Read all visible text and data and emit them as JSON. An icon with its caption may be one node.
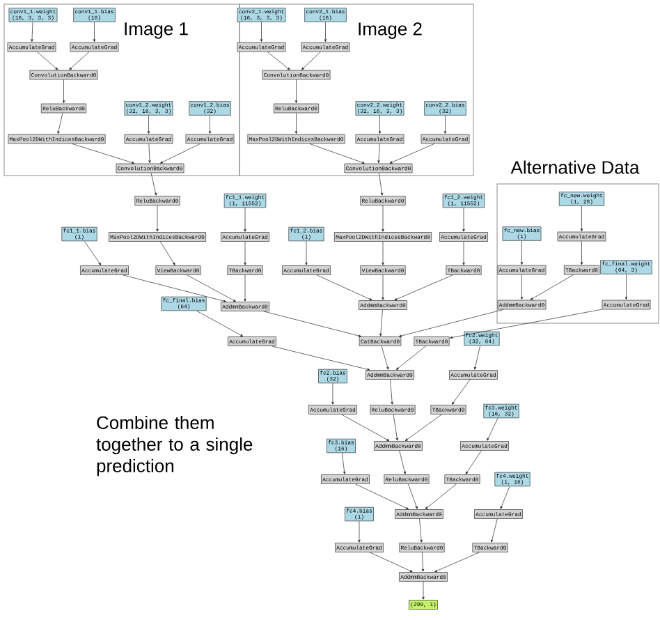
{
  "diagram": {
    "nodes": [
      {
        "text": [
          "Image 1"
        ]
      },
      {
        "text": [
          "conv1_1.weight",
          "(16, 3, 3, 3)"
        ],
        "in": 0
      },
      {
        "text": [
          "conv1_1.bias",
          "(16)"
        ],
        "in": 0
      },
      {
        "text": [
          "AccumulateGrad"
        ],
        "in": 0
      },
      {
        "text": [
          "AccumulateGrad"
        ],
        "in": 0
      },
      {
        "text": [
          "ConvolutionBackward0"
        ],
        "in": 0
      },
      {
        "text": [
          "ReluBackward0"
        ],
        "in": 0
      },
      {
        "text": [
          "conv1_2.weight",
          "(32, 16, 3, 3)"
        ],
        "in": 0
      },
      {
        "text": [
          "conv1_2.bias",
          "(32)"
        ],
        "in": 0
      },
      {
        "text": [
          "MaxPool2DWithIndicesBackward0"
        ],
        "in": 0
      },
      {
        "text": [
          "AccumulateGrad"
        ],
        "in": 0
      },
      {
        "text": [
          "AccumulateGrad"
        ],
        "in": 0
      },
      {
        "text": [
          "ConvolutionBackward0"
        ],
        "in": 0
      },
      {
        "text": [
          "Image 2"
        ]
      },
      {
        "text": [
          "conv2_1.weight",
          "(16, 3, 3, 3)"
        ],
        "in": 13
      },
      {
        "text": [
          "conv2_1.bias",
          "(16)"
        ],
        "in": 13
      },
      {
        "text": [
          "AccumulateGrad"
        ],
        "in": 13
      },
      {
        "text": [
          "AccumulateGrad"
        ],
        "in": 13
      },
      {
        "text": [
          "ConvolutionBackward0"
        ],
        "in": 13
      },
      {
        "text": [
          "ReluBackward0"
        ],
        "in": 13
      },
      {
        "text": [
          "conv2_2.weight",
          "(32, 16, 3, 3)"
        ],
        "in": 13
      },
      {
        "text": [
          "conv2_2.bias",
          "(32)"
        ],
        "in": 13
      },
      {
        "text": [
          "MaxPool2DWithIndicesBackward0"
        ],
        "in": 13
      },
      {
        "text": [
          "AccumulateGrad"
        ],
        "in": 13
      },
      {
        "text": [
          "AccumulateGrad"
        ],
        "in": 13
      },
      {
        "text": [
          "ConvolutionBackward0"
        ],
        "in": 13
      },
      {
        "text": [
          "ReluBackward0"
        ]
      },
      {
        "text": [
          "fc1_1.weight",
          "(1, 11552)"
        ]
      },
      {
        "text": [
          "fc1_1.bias",
          "(1)"
        ]
      },
      {
        "text": [
          "MaxPool2DWithIndicesBackward0"
        ]
      },
      {
        "text": [
          "AccumulateGrad"
        ]
      },
      {
        "text": [
          "AccumulateGrad"
        ]
      },
      {
        "text": [
          "ViewBackward0"
        ]
      },
      {
        "text": [
          "TBackward0"
        ]
      },
      {
        "text": [
          "ReluBackward0"
        ]
      },
      {
        "text": [
          "fc1_2.weight",
          "(1, 11552)"
        ]
      },
      {
        "text": [
          "fc1_2.bias",
          "(1)"
        ]
      },
      {
        "text": [
          "MaxPool2DWithIndicesBackward0"
        ]
      },
      {
        "text": [
          "AccumulateGrad"
        ]
      },
      {
        "text": [
          "AccumulateGrad"
        ]
      },
      {
        "text": [
          "ViewBackward0"
        ]
      },
      {
        "text": [
          "TBackward0"
        ]
      },
      {
        "text": [
          "AddmmBackward0"
        ]
      },
      {
        "text": [
          "AddmmBackward0"
        ]
      },
      {
        "text": [
          "Alternative Data"
        ]
      },
      {
        "text": [
          "fc_new.weight",
          "(1, 28)"
        ],
        "in": 44
      },
      {
        "text": [
          "fc_new.bias",
          "(1)"
        ],
        "in": 44
      },
      {
        "text": [
          "AccumulateGrad"
        ],
        "in": 44
      },
      {
        "text": [
          "AccumulateGrad"
        ],
        "in": 44
      },
      {
        "text": [
          "TBackward0"
        ],
        "in": 44
      },
      {
        "text": [
          "fc_final.weight",
          "(64, 3)"
        ],
        "in": 44
      },
      {
        "text": [
          "AddmmBackward0"
        ],
        "in": 44
      },
      {
        "text": [
          "AccumulateGrad"
        ],
        "in": 44
      },
      {
        "text": [
          "fc_final.bias",
          "(64)"
        ]
      },
      {
        "text": [
          "AccumulateGrad"
        ]
      },
      {
        "text": [
          "CatBackward0"
        ]
      },
      {
        "text": [
          "TBackward0"
        ]
      },
      {
        "text": [
          "fc2.weight",
          "(32, 64)"
        ]
      },
      {
        "text": [
          "AddmmBackward0"
        ]
      },
      {
        "text": [
          "fc2.bias",
          "(32)"
        ]
      },
      {
        "text": [
          "AccumulateGrad"
        ]
      },
      {
        "text": [
          "AccumulateGrad"
        ]
      },
      {
        "text": [
          "ReluBackward0"
        ]
      },
      {
        "text": [
          "TBackward0"
        ]
      },
      {
        "text": [
          "fc3.weight",
          "(16, 32)"
        ]
      },
      {
        "text": [
          "AddmmBackward0"
        ]
      },
      {
        "text": [
          "fc3.bias",
          "(16)"
        ]
      },
      {
        "text": [
          "AccumulateGrad"
        ]
      },
      {
        "text": [
          "AccumulateGrad"
        ]
      },
      {
        "text": [
          "ReluBackward0"
        ]
      },
      {
        "text": [
          "TBackward0"
        ]
      },
      {
        "text": [
          "fc4.weight",
          "(1, 16)"
        ]
      },
      {
        "text": [
          "AddmmBackward0"
        ]
      },
      {
        "text": [
          "fc4.bias",
          "(1)"
        ]
      },
      {
        "text": [
          "AccumulateGrad"
        ]
      },
      {
        "text": [
          "AccumulateGrad"
        ]
      },
      {
        "text": [
          "ReluBackward0"
        ]
      },
      {
        "text": [
          "TBackward0"
        ]
      },
      {
        "text": [
          "AddmmBackward0"
        ]
      },
      {
        "text": [
          "(299, 1)"
        ]
      }
    ],
    "edges": [
      {
        "from": 1,
        "to": 3,
        "arrow": "to"
      },
      {
        "from": 2,
        "to": 4,
        "arrow": "to"
      },
      {
        "from": 3,
        "to": 5,
        "arrow": "to"
      },
      {
        "from": 4,
        "to": 5,
        "arrow": "to"
      },
      {
        "from": 5,
        "to": 6,
        "arrow": "to"
      },
      {
        "from": 6,
        "to": 9,
        "arrow": "to"
      },
      {
        "from": 7,
        "to": 10,
        "arrow": "to"
      },
      {
        "from": 8,
        "to": 11,
        "arrow": "to"
      },
      {
        "from": 9,
        "to": 12,
        "arrow": "to"
      },
      {
        "from": 10,
        "to": 12,
        "arrow": "to"
      },
      {
        "from": 11,
        "to": 12,
        "arrow": "to"
      },
      {
        "from": 14,
        "to": 16,
        "arrow": "to"
      },
      {
        "from": 15,
        "to": 17,
        "arrow": "to"
      },
      {
        "from": 16,
        "to": 18,
        "arrow": "to"
      },
      {
        "from": 17,
        "to": 18,
        "arrow": "to"
      },
      {
        "from": 18,
        "to": 19,
        "arrow": "to"
      },
      {
        "from": 19,
        "to": 22,
        "arrow": "to"
      },
      {
        "from": 20,
        "to": 23,
        "arrow": "to"
      },
      {
        "from": 21,
        "to": 24,
        "arrow": "to"
      },
      {
        "from": 22,
        "to": 25,
        "arrow": "to"
      },
      {
        "from": 23,
        "to": 25,
        "arrow": "to"
      },
      {
        "from": 24,
        "to": 25,
        "arrow": "to"
      },
      {
        "from": 12,
        "to": 26,
        "arrow": "to"
      },
      {
        "from": 26,
        "to": 29,
        "arrow": "to"
      },
      {
        "from": 27,
        "to": 30,
        "arrow": "to"
      },
      {
        "from": 28,
        "to": 31,
        "arrow": "to"
      },
      {
        "from": 29,
        "to": 32,
        "arrow": "to"
      },
      {
        "from": 30,
        "to": 33,
        "arrow": "to"
      },
      {
        "from": 31,
        "to": 42,
        "arrow": "to"
      },
      {
        "from": 32,
        "to": 42,
        "arrow": "to"
      },
      {
        "from": 33,
        "to": 42,
        "arrow": "to"
      },
      {
        "from": 25,
        "to": 34,
        "arrow": "to"
      },
      {
        "from": 34,
        "to": 37,
        "arrow": "to"
      },
      {
        "from": 35,
        "to": 38,
        "arrow": "to"
      },
      {
        "from": 36,
        "to": 39,
        "arrow": "to"
      },
      {
        "from": 37,
        "to": 40,
        "arrow": "to"
      },
      {
        "from": 38,
        "to": 41,
        "arrow": "to"
      },
      {
        "from": 39,
        "to": 43,
        "arrow": "to"
      },
      {
        "from": 40,
        "to": 43,
        "arrow": "to"
      },
      {
        "from": 41,
        "to": 43,
        "arrow": "to"
      },
      {
        "from": 45,
        "to": 47,
        "arrow": "to"
      },
      {
        "from": 46,
        "to": 48,
        "arrow": "to"
      },
      {
        "from": 47,
        "to": 49,
        "arrow": "to"
      },
      {
        "from": 48,
        "to": 51,
        "arrow": "to"
      },
      {
        "from": 49,
        "to": 51,
        "arrow": "to"
      },
      {
        "from": 50,
        "to": 52,
        "arrow": "to"
      },
      {
        "from": 42,
        "to": 55,
        "arrow": "to"
      },
      {
        "from": 43,
        "to": 55,
        "arrow": "to"
      },
      {
        "from": 51,
        "to": 55,
        "arrow": "to"
      },
      {
        "from": 52,
        "to": 56,
        "arrow": "to"
      },
      {
        "from": 53,
        "to": 54,
        "arrow": "to"
      },
      {
        "from": 54,
        "to": 58,
        "arrow": "to"
      },
      {
        "from": 55,
        "to": 58,
        "arrow": "to"
      },
      {
        "from": 56,
        "to": 58,
        "arrow": "to"
      },
      {
        "from": 57,
        "to": 60,
        "arrow": "to"
      },
      {
        "from": 58,
        "to": 62,
        "arrow": "to"
      },
      {
        "from": 59,
        "to": 61,
        "arrow": "to"
      },
      {
        "from": 60,
        "to": 63,
        "arrow": "to"
      },
      {
        "from": 61,
        "to": 65,
        "arrow": "to"
      },
      {
        "from": 62,
        "to": 65,
        "arrow": "to"
      },
      {
        "from": 63,
        "to": 65,
        "arrow": "to"
      },
      {
        "from": 64,
        "to": 67,
        "arrow": "to"
      },
      {
        "from": 65,
        "to": 69,
        "arrow": "to"
      },
      {
        "from": 66,
        "to": 68,
        "arrow": "to"
      },
      {
        "from": 67,
        "to": 70,
        "arrow": "to"
      },
      {
        "from": 68,
        "to": 72,
        "arrow": "to"
      },
      {
        "from": 69,
        "to": 72,
        "arrow": "to"
      },
      {
        "from": 70,
        "to": 72,
        "arrow": "to"
      },
      {
        "from": 71,
        "to": 74,
        "arrow": "to"
      },
      {
        "from": 72,
        "to": 76,
        "arrow": "to"
      },
      {
        "from": 73,
        "to": 75,
        "arrow": "to"
      },
      {
        "from": 74,
        "to": 77,
        "arrow": "to"
      },
      {
        "from": 75,
        "to": 78,
        "arrow": "to"
      },
      {
        "from": 76,
        "to": 78,
        "arrow": "to"
      },
      {
        "from": 77,
        "to": 78,
        "arrow": "to"
      },
      {
        "from": 78,
        "to": 79,
        "arrow": "to"
      }
    ],
    "labels": [
      "Combine them together to a single prediction"
    ]
  }
}
